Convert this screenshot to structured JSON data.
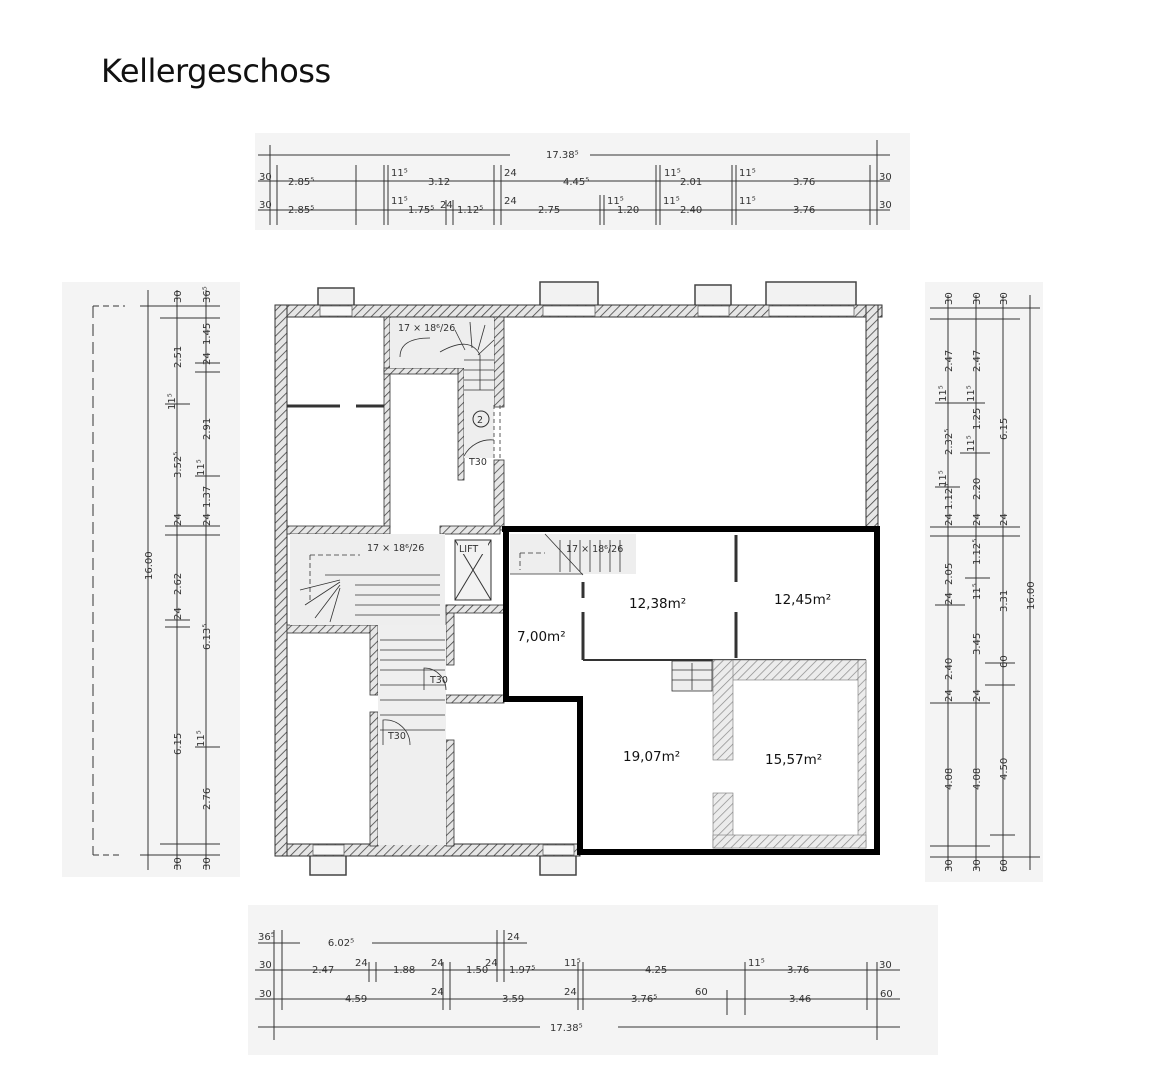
{
  "title": "Kellergeschoss",
  "dimensions": {
    "top": {
      "total": "17.38⁵",
      "row1": [
        "30",
        "2.85⁵",
        "11⁵",
        "3.12",
        "24",
        "4.45⁵",
        "11⁵",
        "2.01",
        "11⁵",
        "3.76",
        "30"
      ],
      "row2": [
        "30",
        "2.85⁵",
        "11⁵",
        "1.75⁵",
        "24",
        "1.12⁵",
        "24",
        "2.75",
        "11⁵",
        "1.20",
        "11⁵",
        "2.40",
        "11⁵",
        "3.76",
        "30"
      ]
    },
    "bottom": {
      "row0": [
        "36⁵",
        "6.02⁵",
        "24"
      ],
      "row1": [
        "30",
        "2.47",
        "24",
        "1.88",
        "24",
        "1.50",
        "24",
        "1.97⁵",
        "11⁵",
        "4.25",
        "11⁵",
        "3.76",
        "30"
      ],
      "row2": [
        "30",
        "4.59",
        "24",
        "3.59",
        "24",
        "3.76⁵",
        "60",
        "3.46",
        "60"
      ],
      "total": "17.38⁵"
    },
    "left": {
      "total": "16.00",
      "col1": [
        "30",
        "2.51",
        "11⁵",
        "3.52⁵",
        "24",
        "2.62",
        "24",
        "6.15",
        "30"
      ],
      "col2": [
        "36⁵",
        "1.45",
        "24",
        "2.91",
        "11⁵",
        "1.37",
        "24",
        "6.13⁵",
        "11⁵",
        "2.76",
        "30"
      ]
    },
    "right": {
      "col1": [
        "30",
        "2.47",
        "11⁵",
        "2.32⁵",
        "11⁵",
        "1.12⁵",
        "24",
        "2.05",
        "24",
        "2.40",
        "24",
        "4.08",
        "30"
      ],
      "col2": [
        "30",
        "2.47",
        "11⁵",
        "1.25",
        "11⁵",
        "2.20",
        "24",
        "1.12⁵",
        "11⁵",
        "3.45",
        "24",
        "4.08",
        "30"
      ],
      "col3": [
        "30",
        "6.15",
        "24",
        "3.31",
        "60",
        "4.50",
        "60"
      ],
      "total": "16.00"
    }
  },
  "plan": {
    "stair_labels": [
      "17 × 18⁶/26",
      "17 × 18⁶/26",
      "17 × 18⁶/26"
    ],
    "door_labels": [
      "T30",
      "T30",
      "T30"
    ],
    "lift_label": "LIFT",
    "circle_label": "2",
    "rooms": [
      {
        "name": "room-7-00",
        "area": "7,00m²"
      },
      {
        "name": "room-12-38",
        "area": "12,38m²"
      },
      {
        "name": "room-12-45",
        "area": "12,45m²"
      },
      {
        "name": "room-19-07",
        "area": "19,07m²"
      },
      {
        "name": "room-15-57",
        "area": "15,57m²"
      }
    ]
  }
}
